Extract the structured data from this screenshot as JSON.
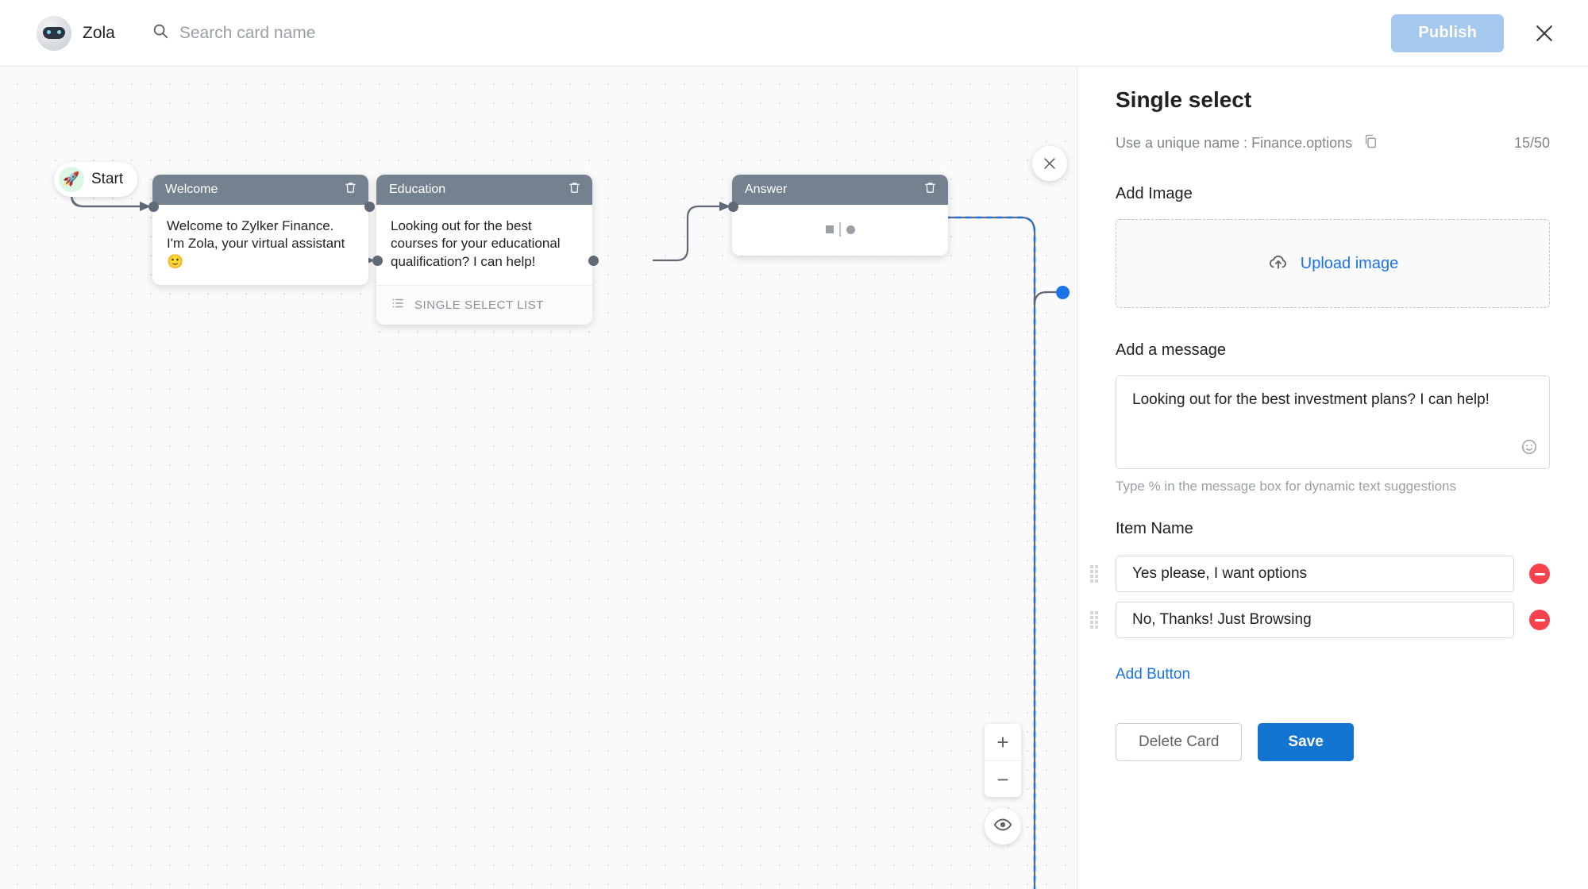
{
  "header": {
    "brand_name": "Zola",
    "avatar_icon": "bot-avatar-icon",
    "search_icon": "search-icon",
    "search_value": "",
    "search_placeholder": "Search card name",
    "publish_label": "Publish",
    "close_icon": "close-icon"
  },
  "canvas": {
    "close_icon": "close-icon",
    "start": {
      "label": "Start",
      "icon": "rocket-icon"
    },
    "nodes": [
      {
        "title": "Welcome",
        "delete_icon": "trash-icon",
        "text": "Welcome to Zylker Finance. I'm Zola, your virtual assistant 🙂",
        "footer": null
      },
      {
        "title": "Education",
        "delete_icon": "trash-icon",
        "text": "Looking out for the best courses for your educational qualification? I can help!",
        "footer": {
          "label": "SINGLE SELECT LIST",
          "icon": "list-icon"
        }
      },
      {
        "title": "Answer",
        "delete_icon": "trash-icon",
        "text": "",
        "footer": null
      }
    ],
    "zoom_in_label": "+",
    "zoom_out_label": "−",
    "zoom_in_icon": "plus-icon",
    "zoom_out_icon": "minus-icon",
    "preview_icon": "eye-icon",
    "connector_color": "#5f6a76",
    "active_connector_color": "#1a73e8"
  },
  "panel": {
    "title": "Single select",
    "unique_name_text": "Use a unique name : Finance.options",
    "copy_icon": "copy-icon",
    "counter": "15/50",
    "add_image_label": "Add Image",
    "upload_label": "Upload image",
    "upload_icon": "cloud-upload-icon",
    "add_message_label": "Add a message",
    "message_value": "Looking out for the best investment plans? I can help!",
    "emoji_icon": "emoji-smiley-icon",
    "hint": "Type % in the message box for dynamic text suggestions",
    "item_name_label": "Item Name",
    "items": [
      {
        "value": "Yes please, I want options",
        "drag_icon": "drag-handle-icon",
        "remove_icon": "minus-circle-icon"
      },
      {
        "value": "No, Thanks! Just Browsing",
        "drag_icon": "drag-handle-icon",
        "remove_icon": "minus-circle-icon"
      }
    ],
    "add_button_label": "Add Button",
    "delete_card_label": "Delete Card",
    "save_label": "Save",
    "accent_color": "#1a73e8",
    "save_color": "#1275d1",
    "danger_color": "#f5424c"
  }
}
